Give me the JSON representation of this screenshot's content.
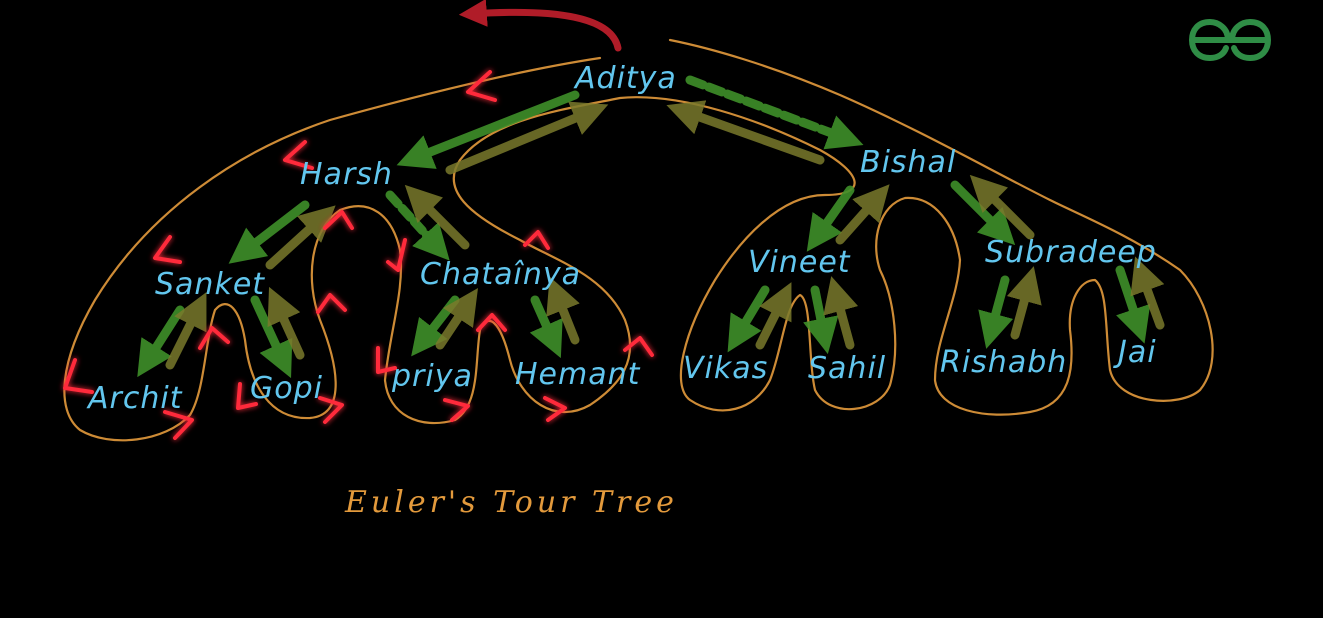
{
  "tree": {
    "nodes": [
      {
        "id": "aditya",
        "label": "Aditya",
        "parent": null
      },
      {
        "id": "harsh",
        "label": "Harsh",
        "parent": "aditya"
      },
      {
        "id": "bishal",
        "label": "Bishal",
        "parent": "aditya"
      },
      {
        "id": "sanket",
        "label": "Sanket",
        "parent": "harsh"
      },
      {
        "id": "chaitanya",
        "label": "Chataînya",
        "parent": "harsh"
      },
      {
        "id": "archit",
        "label": "Archit",
        "parent": "sanket"
      },
      {
        "id": "gopi",
        "label": "Gopi",
        "parent": "sanket"
      },
      {
        "id": "priya",
        "label": "priya",
        "parent": "chaitanya"
      },
      {
        "id": "hemant",
        "label": "Hemant",
        "parent": "chaitanya"
      },
      {
        "id": "vineet",
        "label": "Vineet",
        "parent": "bishal"
      },
      {
        "id": "subradeep",
        "label": "Subradeep",
        "parent": "bishal"
      },
      {
        "id": "vikas",
        "label": "Vikas",
        "parent": "vineet"
      },
      {
        "id": "sahil",
        "label": "Sahil",
        "parent": "vineet"
      },
      {
        "id": "rishabh",
        "label": "Rishabh",
        "parent": "subradeep"
      },
      {
        "id": "jai",
        "label": "Jai",
        "parent": "subradeep"
      }
    ]
  },
  "caption": "Euler's Tour Tree",
  "colors": {
    "background": "#000000",
    "label": "#62c6ee",
    "tour_outline": "#e39a3c",
    "forward_arrow": "#3f8f2a",
    "return_arrow": "#7a7a2c",
    "visited_marker": "#ff2a3a",
    "top_arrow": "#b01c28",
    "logo": "#2f8d46"
  },
  "logo": {
    "icon": "gfg-logo-icon"
  }
}
